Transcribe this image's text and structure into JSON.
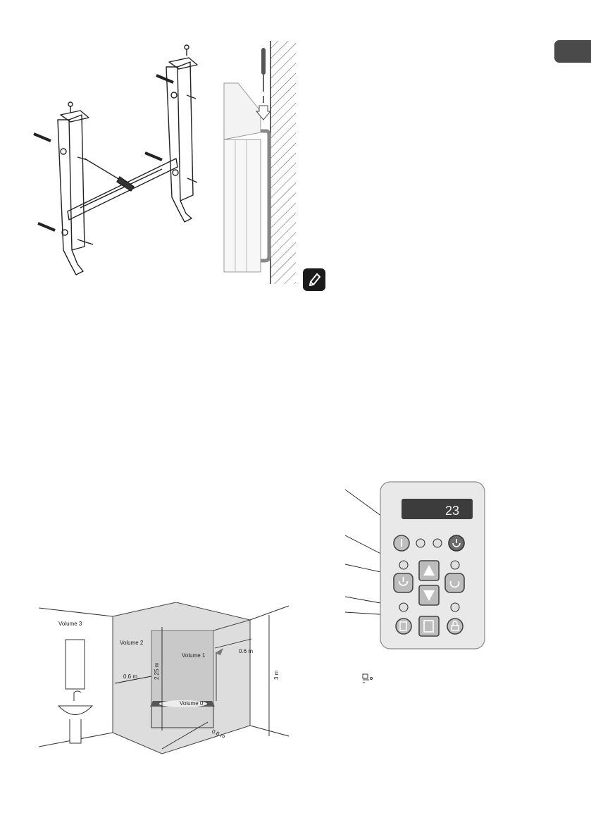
{
  "language_tab": {
    "label": ""
  },
  "bathroom": {
    "volume_3": "Volume 3",
    "volume_2": "Volume 2",
    "volume_1": "Volume 1",
    "volume_0": "Volume 0",
    "dim_left": "0.6 m",
    "dim_right": "0.6 m",
    "dim_bottom": "0.6 m",
    "dim_height_inner": "2.25 m",
    "dim_height_total": "3 m"
  },
  "control_panel": {
    "display_value": "23"
  },
  "icons": {
    "note": "note-pencil-icon",
    "power": "power-icon",
    "thermometer": "thermometer-icon",
    "timer": "timer-icon",
    "window": "window-icon",
    "lock": "lock-icon",
    "up": "arrow-up-icon",
    "down": "arrow-down-icon",
    "presence": "presence-sensor-icon"
  },
  "colors": {
    "tab": "#4a4a4a",
    "panel": "#e8e8e8",
    "display": "#3c3c3c",
    "zone": "#dcdcdc"
  }
}
